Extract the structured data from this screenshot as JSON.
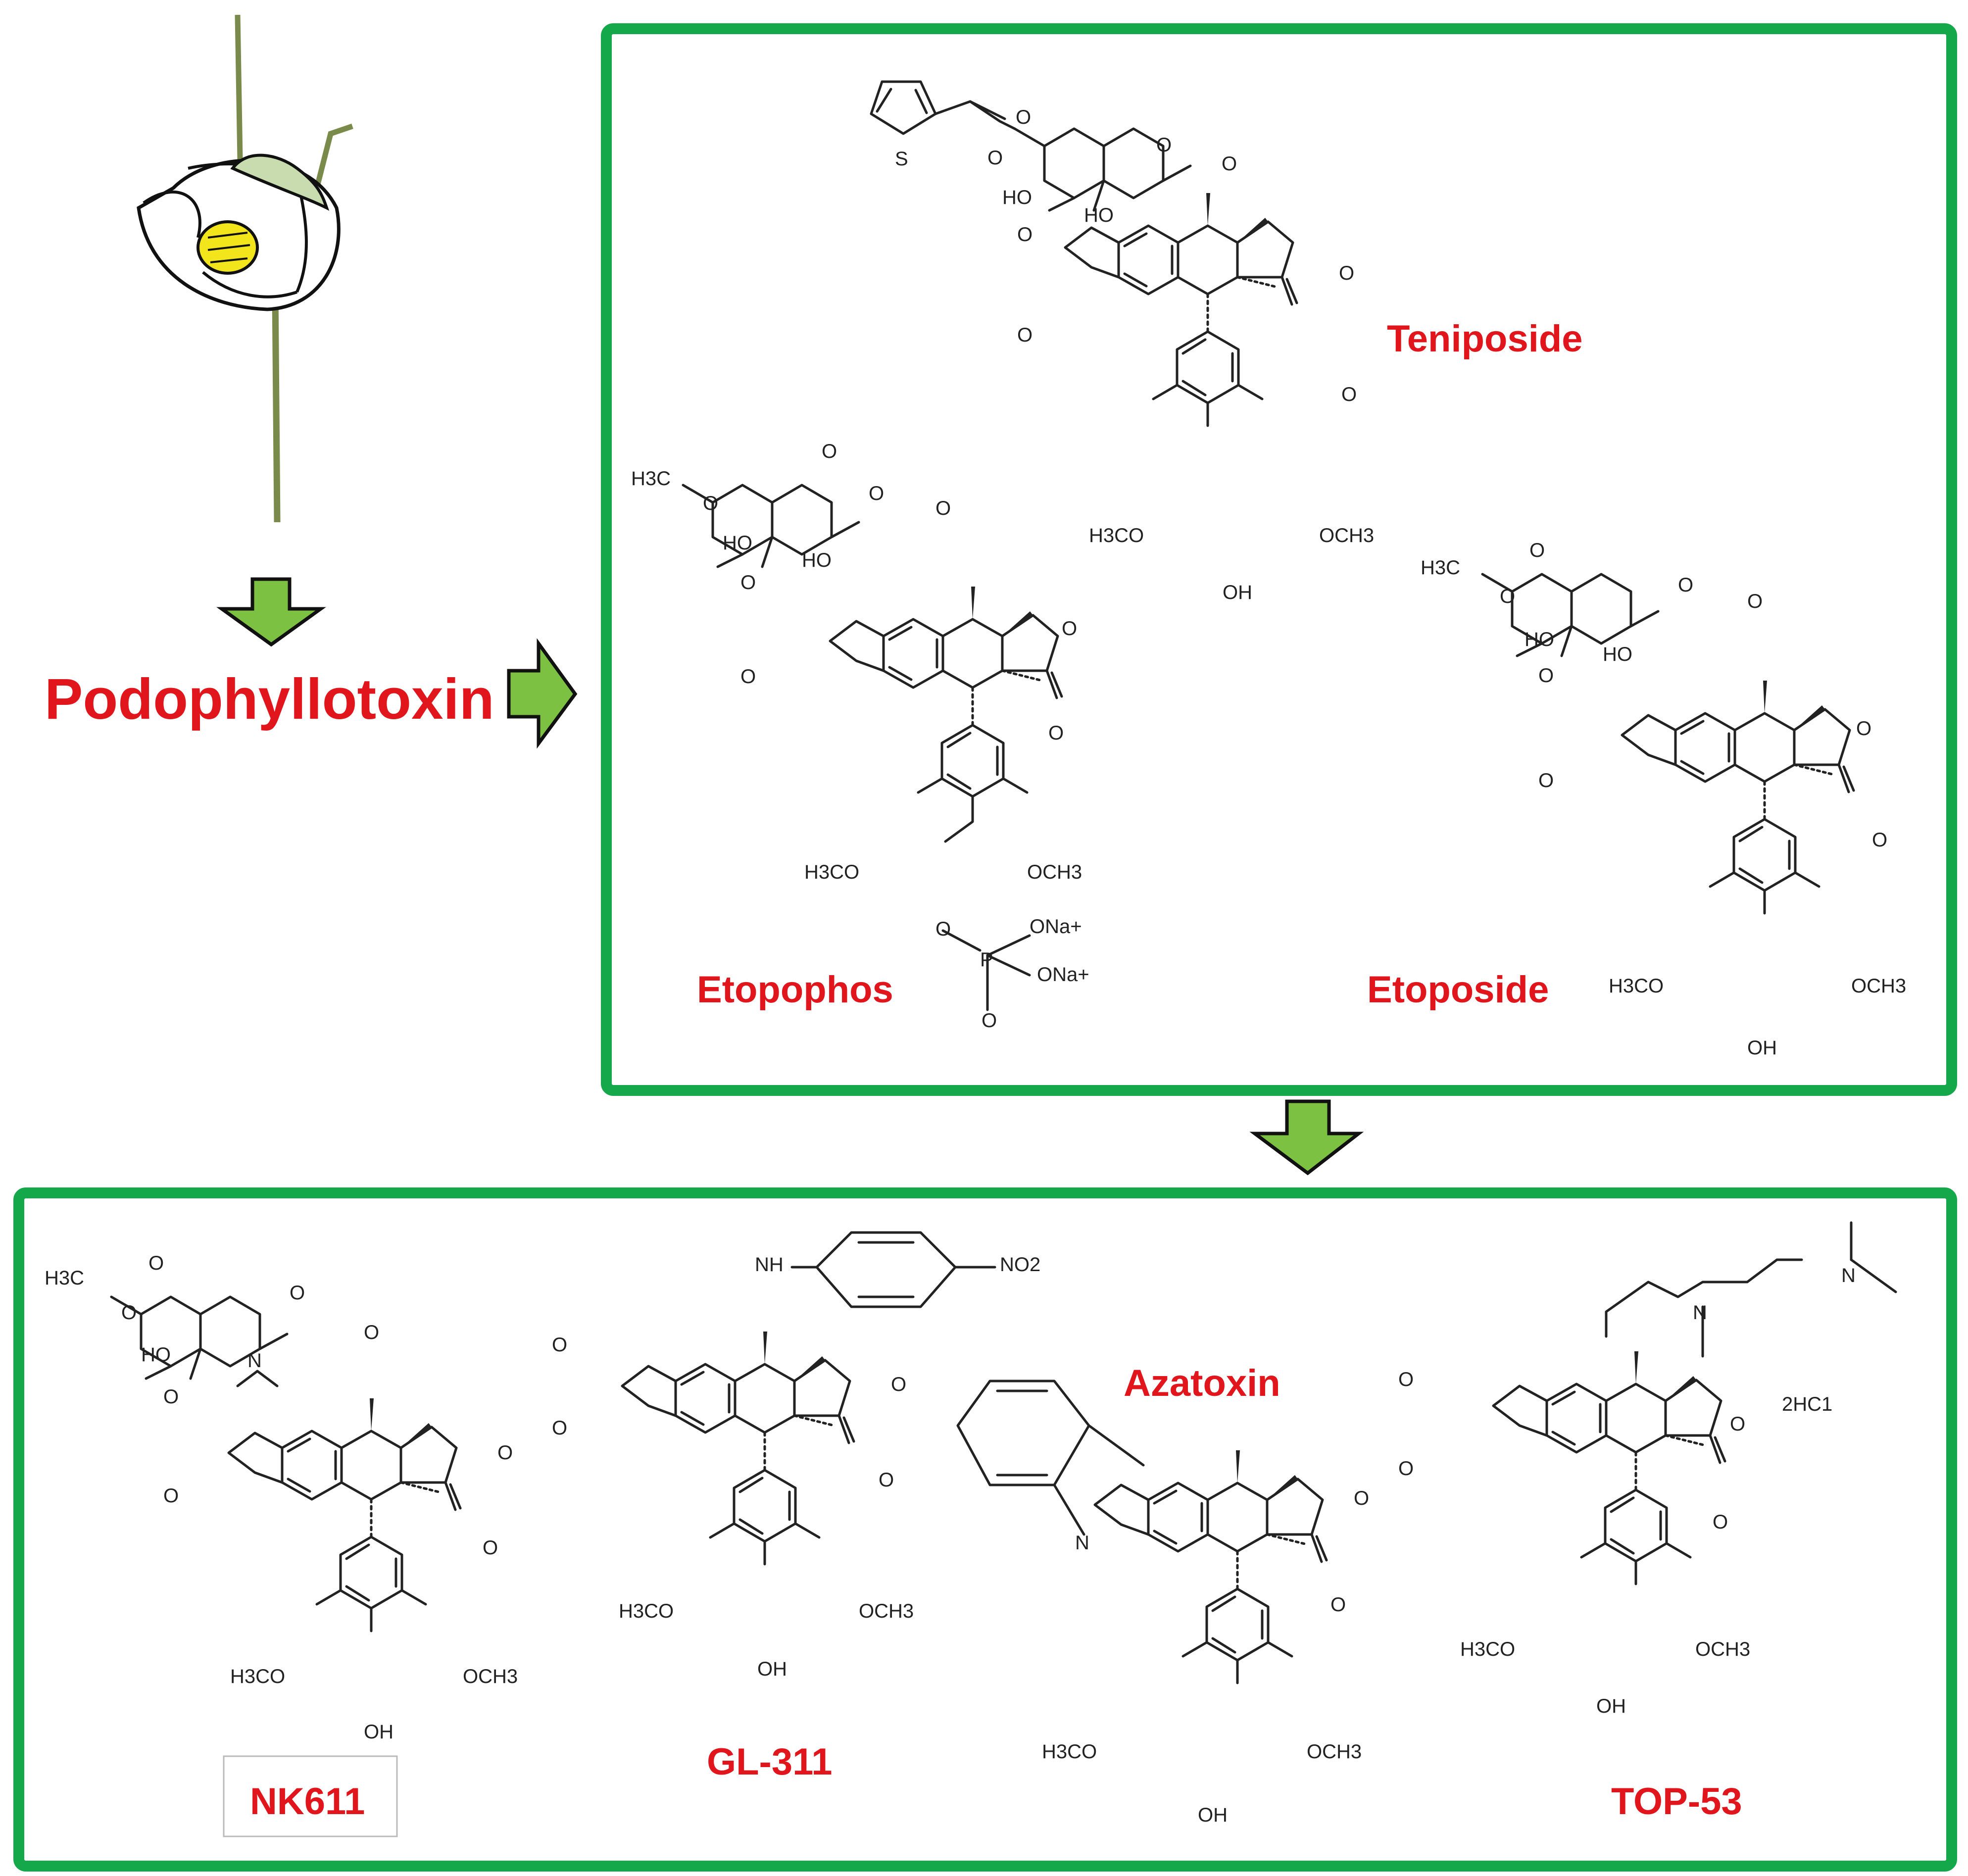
{
  "colors": {
    "accent_red": "#E0161C",
    "frame_green": "#14A84A",
    "arrow_green": "#7CC142",
    "stem_green": "#7A8A4A",
    "stamen_yellow": "#F2E51C"
  },
  "icons": {
    "plant": "mayapple-flower-illustration",
    "arrow": "green-block-arrow"
  },
  "source": {
    "name": "Podophyllotoxin"
  },
  "first_generation": {
    "compounds": [
      {
        "name": "Teniposide",
        "atoms": {
          "s": "S",
          "o": "O",
          "oh": "HO",
          "och3_l": "H3CO",
          "och3_r": "OCH3",
          "oh_b": "OH"
        }
      },
      {
        "name": "Etopophos",
        "atoms": {
          "ch3": "H3C",
          "o": "O",
          "oh": "HO",
          "och3_l": "H3CO",
          "och3_r": "OCH3",
          "p": "P",
          "ona": "ONa+"
        }
      },
      {
        "name": "Etoposide",
        "atoms": {
          "ch3": "H3C",
          "o": "O",
          "oh": "HO",
          "och3_l": "H3CO",
          "och3_r": "OCH3",
          "oh_b": "OH"
        }
      }
    ]
  },
  "second_generation": {
    "compounds": [
      {
        "name": "NK611",
        "atoms": {
          "ch3": "H3C",
          "o": "O",
          "oh": "HO",
          "n": "N",
          "och3_l": "H3CO",
          "och3_r": "OCH3",
          "oh_b": "OH"
        }
      },
      {
        "name": "GL-311",
        "atoms": {
          "nh": "NH",
          "no2": "NO2",
          "o": "O",
          "och3_l": "H3CO",
          "och3_r": "OCH3",
          "oh_b": "OH"
        }
      },
      {
        "name": "Azatoxin",
        "atoms": {
          "n": "N",
          "o": "O",
          "och3_l": "H3CO",
          "och3_r": "OCH3",
          "oh_b": "OH"
        }
      },
      {
        "name": "TOP-53",
        "atoms": {
          "n": "N",
          "o": "O",
          "salt": "2HC1",
          "och3_l": "H3CO",
          "och3_r": "OCH3",
          "oh_b": "OH"
        }
      }
    ]
  }
}
